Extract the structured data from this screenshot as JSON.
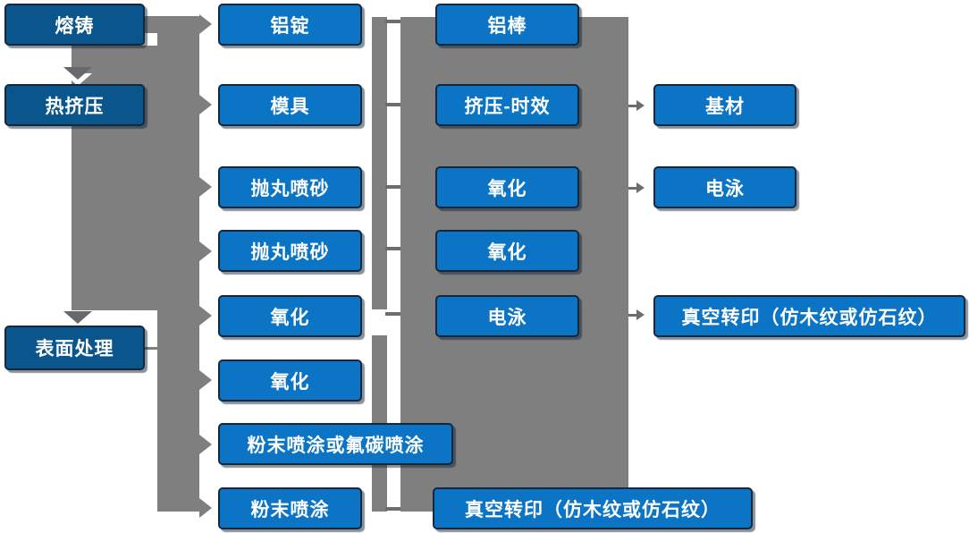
{
  "colors": {
    "box_blue": "#0b74c4",
    "stage_blue": "#0a568c",
    "box_border": "#13283d",
    "connector_gray": "#7f7f7f",
    "tick_gray": "#6b6e71",
    "background": "#ffffff",
    "text": "#ffffff"
  },
  "diagram": {
    "stages": [
      "熔铸",
      "热挤压",
      "表面处理"
    ],
    "col2": [
      "铝锭",
      "模具",
      "抛丸喷砂",
      "抛丸喷砂",
      "氧化",
      "氧化",
      "粉末喷涂或氟碳喷涂",
      "粉末喷涂"
    ],
    "col3": [
      "铝棒",
      "挤压-时效",
      "氧化",
      "氧化",
      "电泳"
    ],
    "col4": [
      "基材",
      "电泳",
      "真空转印（仿木纹或仿石纹）"
    ],
    "bottom": [
      "真空转印（仿木纹或仿石纹）"
    ]
  }
}
